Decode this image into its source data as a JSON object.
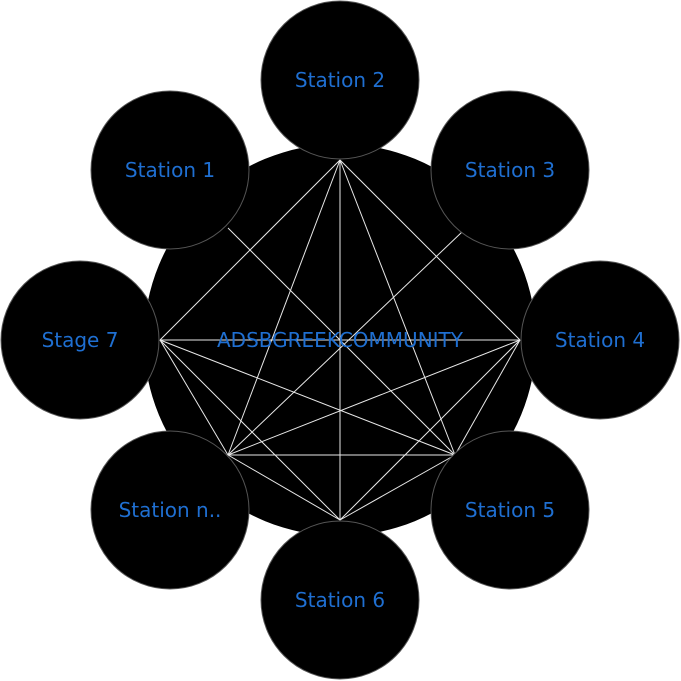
{
  "colors": {
    "background": "#ffffff",
    "node_fill": "#000000",
    "node_stroke": "#555555",
    "line": "#e8e8e8",
    "label": "#1f6fd1"
  },
  "center": {
    "label": "ADSBGREEKCOMMUNITY"
  },
  "nodes": [
    {
      "id": "station-1",
      "label": "Station 1"
    },
    {
      "id": "station-2",
      "label": "Station 2"
    },
    {
      "id": "station-3",
      "label": "Station 3"
    },
    {
      "id": "station-4",
      "label": "Station 4"
    },
    {
      "id": "station-5",
      "label": "Station 5"
    },
    {
      "id": "station-6",
      "label": "Station 6"
    },
    {
      "id": "station-n",
      "label": "Station n.."
    },
    {
      "id": "stage-7",
      "label": "Stage 7"
    }
  ]
}
